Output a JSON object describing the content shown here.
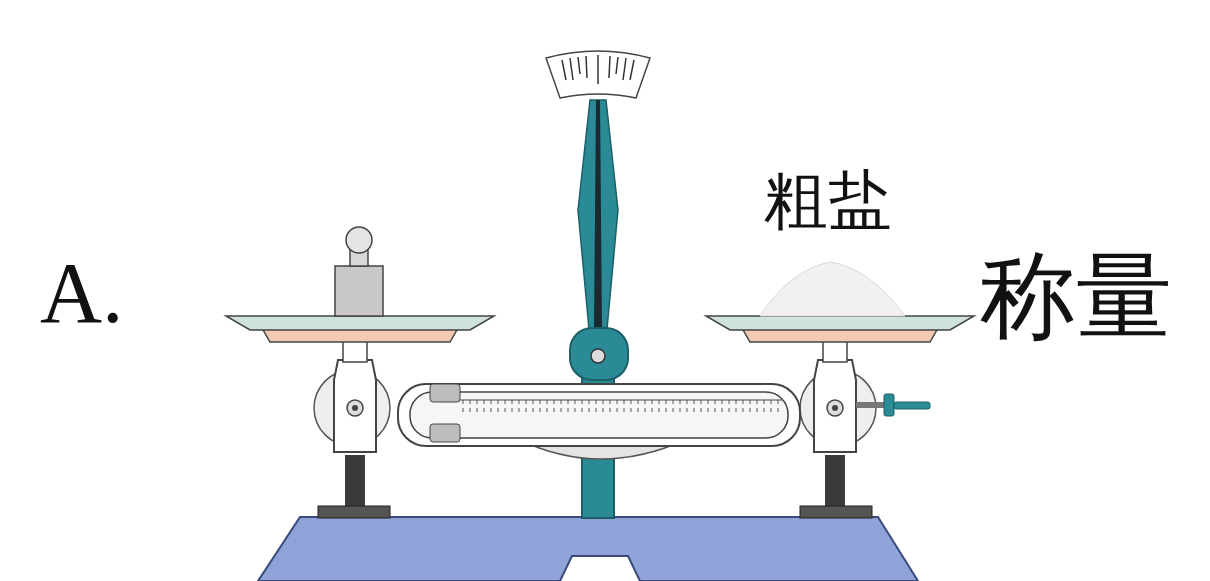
{
  "diagram": {
    "labels": [
      "A.",
      "粗盐",
      "称量"
    ]
  }
}
